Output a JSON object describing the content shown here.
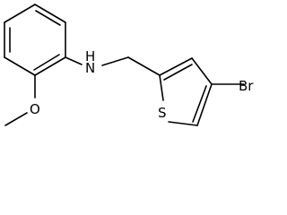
{
  "molecule": {
    "atoms": {
      "amine": "H\nN",
      "amine_n": "N",
      "amine_h": "H",
      "methoxy_o": "O",
      "thiophene_s": "S",
      "bromine": "Br"
    }
  },
  "colors": {
    "bond": "#000000",
    "label": "#000000",
    "background": "#ffffff"
  }
}
